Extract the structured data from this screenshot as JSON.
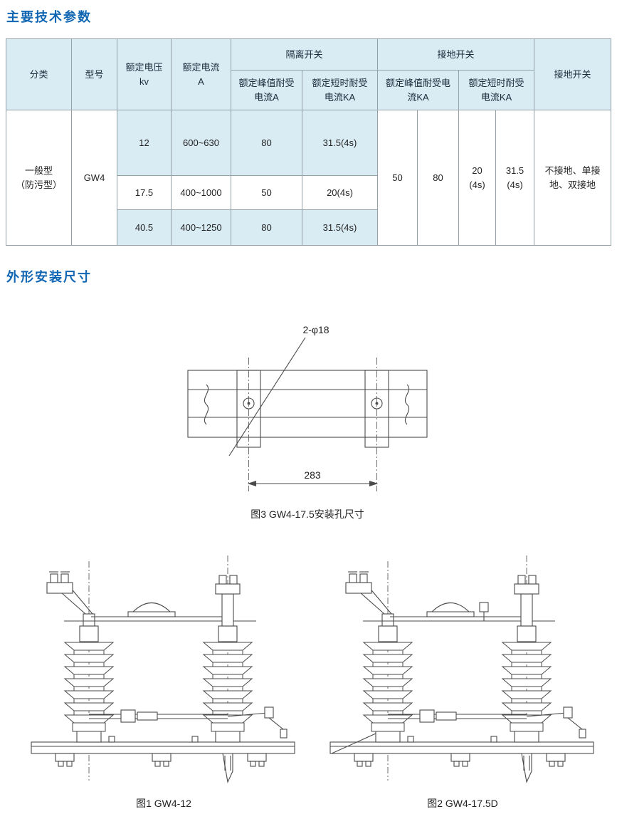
{
  "titles": {
    "section1": "主要技术参数",
    "section2": "外形安装尺寸"
  },
  "table": {
    "h_category": "分类",
    "h_model": "型号",
    "h_voltage": "额定电压\nkv",
    "h_current": "额定电流\nA",
    "h_isolating": "隔离开关",
    "h_grounding": "接地开关",
    "h_grounding_right": "接地开关",
    "h_iso_peak": "额定峰值耐受\n电流A",
    "h_iso_short": "额定短时耐受\n电流KA",
    "h_gnd_peak": "额定峰值耐受电\n流KA",
    "h_gnd_short": "额定短时耐受\n电流KA",
    "category": "一般型\n（防污型）",
    "model": "GW4",
    "rows": [
      {
        "voltage": "12",
        "current": "600~630",
        "peak": "80",
        "short": "31.5(4s)"
      },
      {
        "voltage": "17.5",
        "current": "400~1000",
        "peak": "50",
        "short": "20(4s)"
      },
      {
        "voltage": "40.5",
        "current": "400~1250",
        "peak": "80",
        "short": "31.5(4s)"
      }
    ],
    "gnd_peak_1": "50",
    "gnd_peak_2": "80",
    "gnd_short_1": "20\n(4s)",
    "gnd_short_2": "31.5\n(4s)",
    "grounding_modes": "不接地、单接地、双接地"
  },
  "figures": {
    "fig3": {
      "hole_label": "2-φ18",
      "dim_label": "283",
      "caption": "图3 GW4-17.5安装孔尺寸"
    },
    "fig1": {
      "caption": "图1 GW4-12"
    },
    "fig2": {
      "caption": "图2 GW4-17.5D"
    }
  }
}
